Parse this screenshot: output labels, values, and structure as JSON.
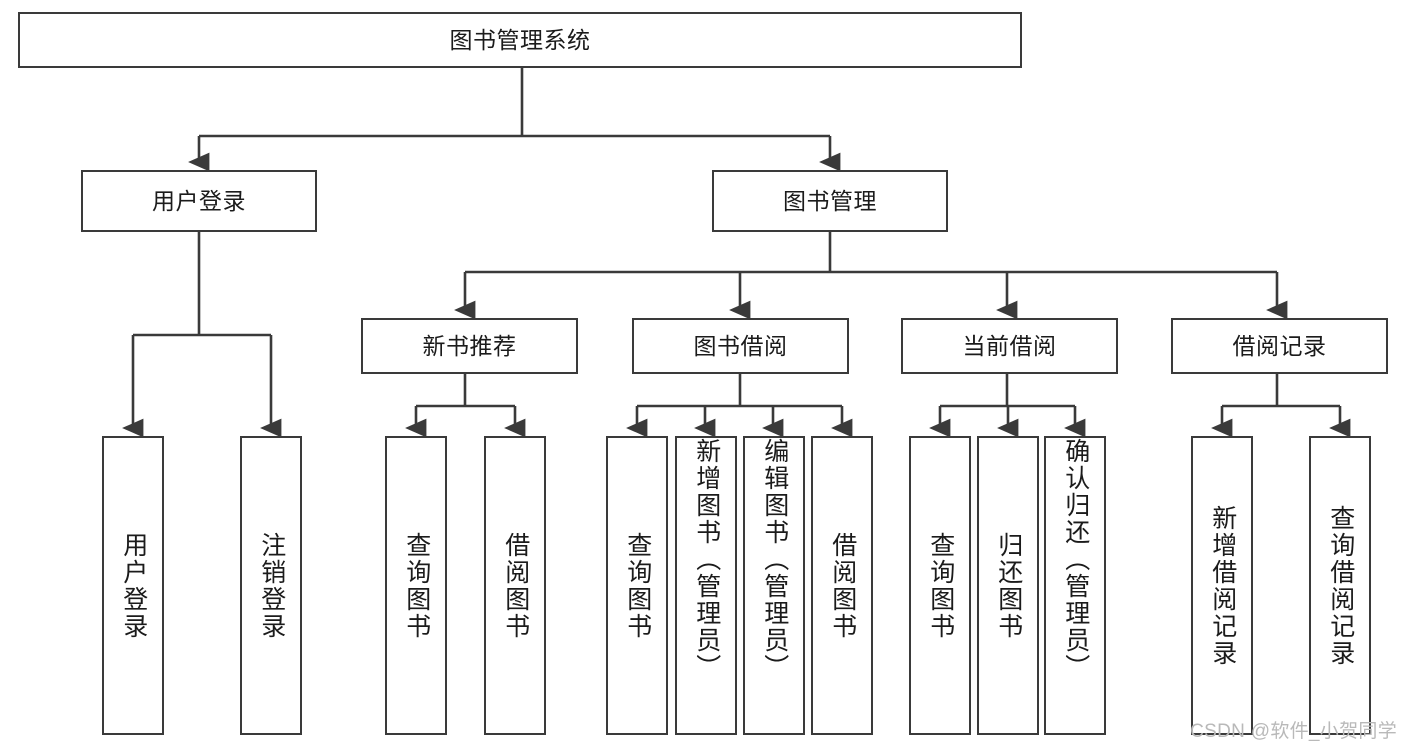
{
  "diagram": {
    "title": "图书管理系统",
    "type": "hierarchy-tree",
    "watermark": "CSDN @软件_小贺同学",
    "colors": {
      "stroke": "#3a3a3a",
      "fill": "#ffffff",
      "text": "#1b1b1b",
      "watermark": "#b9b9b9"
    },
    "nodes": {
      "root": {
        "label": "图书管理系统",
        "level": 1
      },
      "l2": [
        {
          "id": "user-login",
          "label": "用户登录",
          "level": 2
        },
        {
          "id": "book-manage",
          "label": "图书管理",
          "level": 2
        }
      ],
      "l3": [
        {
          "id": "new-book-rec",
          "label": "新书推荐",
          "level": 3
        },
        {
          "id": "book-borrow",
          "label": "图书借阅",
          "level": 3
        },
        {
          "id": "current-borrow",
          "label": "当前借阅",
          "level": 3
        },
        {
          "id": "borrow-record",
          "label": "借阅记录",
          "level": 3
        }
      ],
      "leaves": [
        {
          "id": "leaf-user-login",
          "label": "用户登录",
          "parent": "user-login"
        },
        {
          "id": "leaf-user-logout",
          "label": "注销登录",
          "parent": "user-login"
        },
        {
          "id": "leaf-query-book-1",
          "label": "查询图书",
          "parent": "new-book-rec"
        },
        {
          "id": "leaf-borrow-book-1",
          "label": "借阅图书",
          "parent": "new-book-rec"
        },
        {
          "id": "leaf-query-book-2",
          "label": "查询图书",
          "parent": "book-borrow"
        },
        {
          "id": "leaf-add-book",
          "label": "新增图书（管理员）",
          "parent": "book-borrow"
        },
        {
          "id": "leaf-edit-book",
          "label": "编辑图书（管理员）",
          "parent": "book-borrow"
        },
        {
          "id": "leaf-borrow-book-2",
          "label": "借阅图书",
          "parent": "book-borrow"
        },
        {
          "id": "leaf-query-book-3",
          "label": "查询图书",
          "parent": "current-borrow"
        },
        {
          "id": "leaf-return-book",
          "label": "归还图书",
          "parent": "current-borrow"
        },
        {
          "id": "leaf-confirm-return",
          "label": "确认归还（管理员）",
          "parent": "current-borrow"
        },
        {
          "id": "leaf-add-record",
          "label": "新增借阅记录",
          "parent": "borrow-record"
        },
        {
          "id": "leaf-query-record",
          "label": "查询借阅记录",
          "parent": "borrow-record"
        }
      ]
    }
  }
}
